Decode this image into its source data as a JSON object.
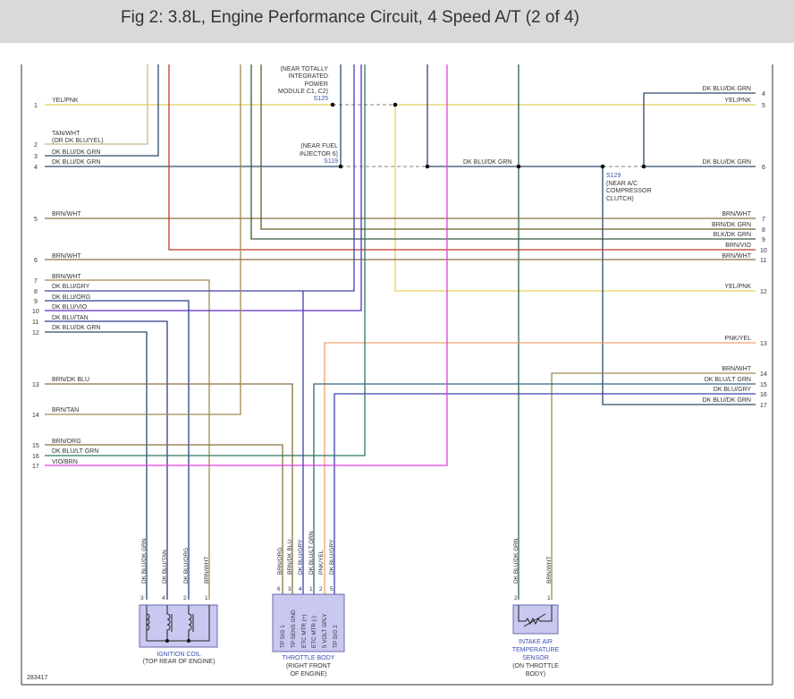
{
  "title": "Fig 2: 3.8L, Engine Performance Circuit, 4 Speed A/T (2 of 4)",
  "diagram_id": "283417",
  "colors": {
    "YEL": "#f2e07a",
    "TAN": "#c9b98d",
    "DKBLU": "#2d3e8c",
    "DKGRN": "#2a6a4c",
    "BRN": "#8a6d3b",
    "RED": "#c0392b",
    "BLK": "#333333",
    "VIO": "#6f3cc9",
    "GRN": "#3a8c6a",
    "PNK": "#f0a070",
    "MAG": "#e040e0",
    "ORG": "#e0a060"
  },
  "left_wires": [
    {
      "pin": "1",
      "label": "YEL/PNK"
    },
    {
      "pin": "2",
      "label": "TAN/WHT"
    },
    {
      "pin": "",
      "label": "(OR DK BLU/YEL)"
    },
    {
      "pin": "3",
      "label": "DK BLU/DK GRN"
    },
    {
      "pin": "4",
      "label": "DK BLU/DK GRN"
    },
    {
      "pin": "5",
      "label": "BRN/WHT"
    },
    {
      "pin": "6",
      "label": "BRN/WHT"
    },
    {
      "pin": "7",
      "label": "BRN/WHT"
    },
    {
      "pin": "8",
      "label": "DK BLU/GRY"
    },
    {
      "pin": "9",
      "label": "DK BLU/ORG"
    },
    {
      "pin": "10",
      "label": "DK BLU/VIO"
    },
    {
      "pin": "11",
      "label": "DK BLU/TAN"
    },
    {
      "pin": "12",
      "label": "DK BLU/DK GRN"
    },
    {
      "pin": "13",
      "label": "BRN/DK BLU"
    },
    {
      "pin": "14",
      "label": "BRN/TAN"
    },
    {
      "pin": "15",
      "label": "BRN/ORG"
    },
    {
      "pin": "16",
      "label": "DK BLU/LT GRN"
    },
    {
      "pin": "17",
      "label": "VIO/BRN"
    }
  ],
  "right_wires": [
    {
      "pin": "4",
      "label": "DK BLU/DK GRN"
    },
    {
      "pin": "5",
      "label": "YEL/PNK"
    },
    {
      "pin": "6",
      "label": "DK BLU/DK GRN"
    },
    {
      "pin": "7",
      "label": "BRN/WHT"
    },
    {
      "pin": "8",
      "label": "BRN/DK GRN"
    },
    {
      "pin": "9",
      "label": "BLK/DK GRN"
    },
    {
      "pin": "10",
      "label": "BRN/VIO"
    },
    {
      "pin": "11",
      "label": "BRN/WHT"
    },
    {
      "pin": "12",
      "label": "YEL/PNK"
    },
    {
      "pin": "13",
      "label": "PNK/YEL"
    },
    {
      "pin": "14",
      "label": "BRN/WHT"
    },
    {
      "pin": "15",
      "label": "DK BLU/LT GRN"
    },
    {
      "pin": "16",
      "label": "DK BLU/GRY"
    },
    {
      "pin": "17",
      "label": "DK BLU/DK GRN"
    }
  ],
  "mid_labels": {
    "s125_note": [
      "(NEAR TOTALLY",
      "INTEGRATED",
      "POWER",
      "MODULE C1, C2)"
    ],
    "s125": "S125",
    "s119_note": [
      "(NEAR FUEL",
      "INJECTOR 6)"
    ],
    "s119": "S119",
    "mid_wire": "DK BLU/DK GRN",
    "s129": "S129",
    "s129_note": [
      "(NEAR A/C",
      "COMPRESSOR",
      "CLUTCH)"
    ]
  },
  "components": {
    "ignition_coil": {
      "name": [
        "IGNITION COIL",
        "(TOP REAR OF ENGINE)"
      ],
      "pins": [
        "3",
        "4",
        "2",
        "1"
      ],
      "wires": [
        "DK BLU/DK GRN",
        "DK BLU/TAN",
        "DK BLU/ORG",
        "BRN/WHT"
      ]
    },
    "throttle_body": {
      "name": [
        "THROTTLE BODY",
        "(RIGHT FRONT",
        "OF ENGINE)"
      ],
      "pins": [
        "6",
        "3",
        "4",
        "1",
        "2",
        "5"
      ],
      "wires": [
        "BRN/ORG",
        "BRN/DK BLU",
        "DK BLU/GRY",
        "DK BLU/LT GRN",
        "PNK/YEL",
        "DK BLU/GRY"
      ],
      "functions": [
        "TP SIG 1",
        "TP SENS GND",
        "ETC MTR (+)",
        "ETC MTR (-)",
        "5 VOLT SPLY",
        "TP SIG 2"
      ]
    },
    "iat_sensor": {
      "name": [
        "INTAKE AIR",
        "TEMPERATURE",
        "SENSOR",
        "(ON THROTTLE",
        "BODY)"
      ],
      "pins": [
        "2",
        "1"
      ],
      "wires": [
        "DK BLU/DK GRN",
        "BRN/WHT"
      ]
    }
  }
}
